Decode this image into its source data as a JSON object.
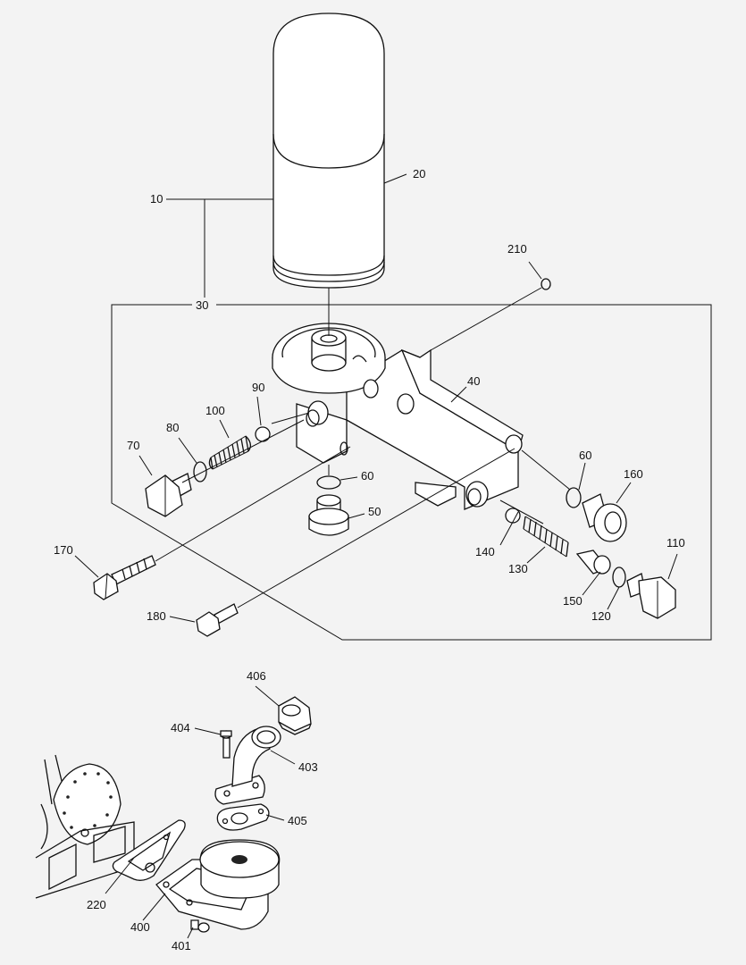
{
  "labels": {
    "l10": "10",
    "l20": "20",
    "l30": "30",
    "l40": "40",
    "l50": "50",
    "l60a": "60",
    "l60b": "60",
    "l70": "70",
    "l80": "80",
    "l90": "90",
    "l100": "100",
    "l110": "110",
    "l120": "120",
    "l130": "130",
    "l140": "140",
    "l150": "150",
    "l160": "160",
    "l170": "170",
    "l180": "180",
    "l210": "210",
    "l220": "220",
    "l400": "400",
    "l401": "401",
    "l403": "403",
    "l404": "404",
    "l405": "405",
    "l406": "406"
  },
  "colors": {
    "background": "#f3f3f3",
    "line": "#111111",
    "fill": "#ffffff"
  }
}
